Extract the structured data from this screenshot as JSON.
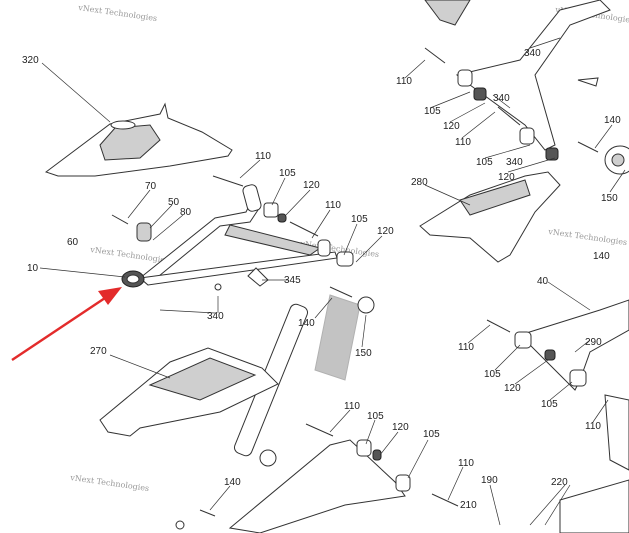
{
  "diagram": {
    "title": "Front suspension A-arm parts diagram",
    "watermark": "vNext Technologies",
    "accent_color": "#e32b2b",
    "labels": [
      "320",
      "70",
      "50",
      "80",
      "60",
      "10",
      "110",
      "105",
      "120",
      "110",
      "105",
      "120",
      "345",
      "340",
      "140",
      "150",
      "270",
      "110",
      "105",
      "120",
      "105",
      "140",
      "110",
      "190",
      "210",
      "220",
      "110",
      "105",
      "120",
      "110",
      "105",
      "340",
      "120",
      "340",
      "340",
      "280",
      "140",
      "150",
      "140",
      "40",
      "110",
      "105",
      "120",
      "290",
      "105",
      "110"
    ]
  }
}
